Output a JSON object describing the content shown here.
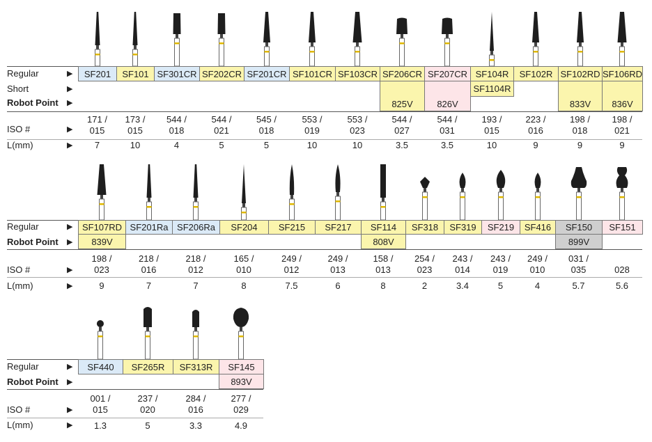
{
  "colors": {
    "blue": "#dbeaf7",
    "yellow": "#fbf5ad",
    "pink": "#fde5e8",
    "gray": "#cfcfcf"
  },
  "labels": {
    "regular": "Regular",
    "short": "Short",
    "robot": "Robot Point",
    "iso": "ISO #",
    "length": "L(mm)",
    "arrow": "▶"
  },
  "sections": [
    {
      "has_short": true,
      "items": [
        {
          "code": "SF201",
          "color": "blue",
          "iso1": "171 /",
          "iso2": "015",
          "len": "7",
          "head": "taper-fine"
        },
        {
          "code": "SF101",
          "color": "yellow",
          "iso1": "173 /",
          "iso2": "015",
          "len": "10",
          "head": "taper-fine"
        },
        {
          "code": "SF301CR",
          "color": "blue",
          "iso1": "544 /",
          "iso2": "018",
          "len": "4",
          "head": "cylinder-short"
        },
        {
          "code": "SF202CR",
          "color": "yellow",
          "iso1": "544 /",
          "iso2": "021",
          "len": "5",
          "head": "cylinder-short"
        },
        {
          "code": "SF201CR",
          "color": "blue",
          "iso1": "545 /",
          "iso2": "018",
          "len": "5",
          "head": "taper-med"
        },
        {
          "code": "SF101CR",
          "color": "yellow",
          "iso1": "553 /",
          "iso2": "019",
          "len": "10",
          "head": "taper-med"
        },
        {
          "code": "SF103CR",
          "color": "yellow",
          "iso1": "553 /",
          "iso2": "023",
          "len": "10",
          "head": "taper-wide"
        },
        {
          "code": "SF206CR",
          "color": "yellow",
          "robot": "825V",
          "iso1": "544 /",
          "iso2": "027",
          "len": "3.5",
          "head": "cylinder-wide"
        },
        {
          "code": "SF207CR",
          "color": "pink",
          "robot": "826V",
          "iso1": "544 /",
          "iso2": "031",
          "len": "3.5",
          "head": "cylinder-wide"
        },
        {
          "code": "SF104R",
          "color": "yellow",
          "short": "SF1104R",
          "iso1": "193 /",
          "iso2": "015",
          "len": "10",
          "head": "needle"
        },
        {
          "code": "SF102R",
          "color": "yellow",
          "iso1": "223 /",
          "iso2": "016",
          "len": "9",
          "head": "taper-med"
        },
        {
          "code": "SF102RD",
          "color": "yellow",
          "robot": "833V",
          "iso1": "198 /",
          "iso2": "018",
          "len": "9",
          "head": "taper-med"
        },
        {
          "code": "SF106RD",
          "color": "yellow",
          "robot": "836V",
          "iso1": "198 /",
          "iso2": "021",
          "len": "9",
          "head": "taper-wide"
        }
      ]
    },
    {
      "has_short": false,
      "items": [
        {
          "code": "SF107RD",
          "color": "yellow",
          "robot": "839V",
          "iso1": "198 /",
          "iso2": "023",
          "len": "9",
          "head": "taper-wide"
        },
        {
          "code": "SF201Ra",
          "color": "blue",
          "iso1": "218 /",
          "iso2": "016",
          "len": "7",
          "head": "taper-fine"
        },
        {
          "code": "SF206Ra",
          "color": "blue",
          "iso1": "218 /",
          "iso2": "012",
          "len": "7",
          "head": "taper-fine"
        },
        {
          "code": "SF204",
          "color": "yellow",
          "iso1": "165 /",
          "iso2": "010",
          "len": "8",
          "head": "needle"
        },
        {
          "code": "SF215",
          "color": "yellow",
          "iso1": "249 /",
          "iso2": "012",
          "len": "7.5",
          "head": "flame-long"
        },
        {
          "code": "SF217",
          "color": "yellow",
          "iso1": "249 /",
          "iso2": "013",
          "len": "6",
          "head": "flame"
        },
        {
          "code": "SF114",
          "color": "yellow",
          "robot": "808V",
          "iso1": "158 /",
          "iso2": "013",
          "len": "8",
          "head": "cylinder-long"
        },
        {
          "code": "SF318",
          "color": "yellow",
          "iso1": "254 /",
          "iso2": "023",
          "len": "2",
          "head": "diamond"
        },
        {
          "code": "SF319",
          "color": "yellow",
          "iso1": "243 /",
          "iso2": "014",
          "len": "3.4",
          "head": "flame-small"
        },
        {
          "code": "SF219",
          "color": "pink",
          "iso1": "243 /",
          "iso2": "019",
          "len": "5",
          "head": "flame-wide"
        },
        {
          "code": "SF416",
          "color": "yellow",
          "iso1": "249 /",
          "iso2": "010",
          "len": "4",
          "head": "flame-small"
        },
        {
          "code": "SF150",
          "color": "gray",
          "robot": "899V",
          "iso1": "031 /",
          "iso2": "035",
          "len": "5.7",
          "head": "bell"
        },
        {
          "code": "SF151",
          "color": "pink",
          "iso1": "",
          "iso2": "028",
          "len": "5.6",
          "head": "bone"
        }
      ]
    },
    {
      "has_short": false,
      "items": [
        {
          "code": "SF440",
          "color": "blue",
          "iso1": "001 /",
          "iso2": "015",
          "len": "1.3",
          "head": "ball-small"
        },
        {
          "code": "SF265R",
          "color": "yellow",
          "iso1": "237 /",
          "iso2": "020",
          "len": "5",
          "head": "bullet"
        },
        {
          "code": "SF313R",
          "color": "yellow",
          "iso1": "284 /",
          "iso2": "016",
          "len": "3.3",
          "head": "bullet-small"
        },
        {
          "code": "SF145",
          "color": "pink",
          "robot": "893V",
          "iso1": "277 /",
          "iso2": "029",
          "len": "4.9",
          "head": "egg"
        }
      ]
    }
  ]
}
